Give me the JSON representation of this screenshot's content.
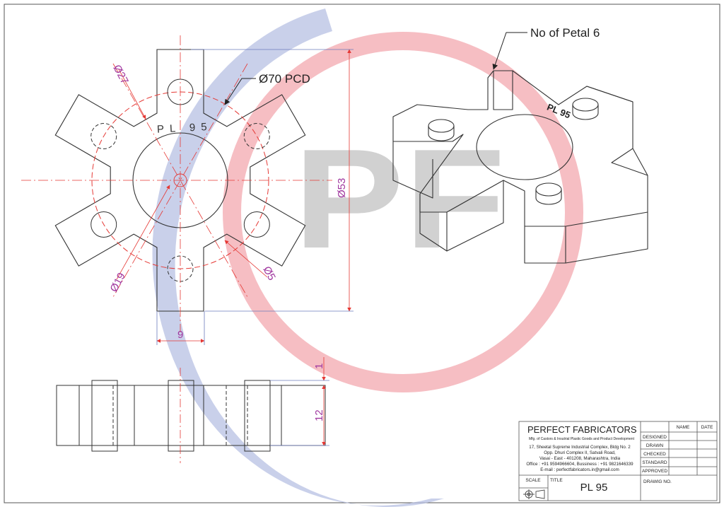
{
  "drawing": {
    "part_mark": "PL 95",
    "callout_petals": "No of Petal 6",
    "callout_pcd": "Ø70 PCD",
    "dim_outer": "Ø53",
    "dim_27": "Ø27",
    "dim_19": "Ø19",
    "dim_5": "Ø5",
    "dim_width": "9",
    "dim_height": "12",
    "dim_step": "1",
    "watermark": "PF"
  },
  "title_block": {
    "company": "PERFECT FABRICATORS",
    "tagline": "Mfg. of Castors & Insutrial Plastic Goods and Product Development",
    "address_lines": [
      "17, Sheetal Supreme Industrial Complex, Bldg No. 2",
      "Opp. Dhuri Complex II, Satvali Road,",
      "Vasai - East - 401208, Maharashtra, India",
      "Office : +91 9594966604, Bussiness : +91 9821646339",
      "E-mail : perfectfabricators.in@gmail.com"
    ],
    "col_name": "NAME",
    "col_date": "DATE",
    "rows": [
      "DESIGNED",
      "DRAWN",
      "CHECKED",
      "STANDARD",
      "APPROVED"
    ],
    "scale_label": "SCALE",
    "title_label": "TITLE",
    "title_value": "PL 95",
    "drawing_no_label": "DRAWIG NO."
  },
  "colors": {
    "dimension": "#a0379f",
    "centerline": "#e53935",
    "watermark_red": "#f4b3b8",
    "watermark_blue": "#b7c0e3",
    "watermark_gray": "#cfcfcf"
  }
}
